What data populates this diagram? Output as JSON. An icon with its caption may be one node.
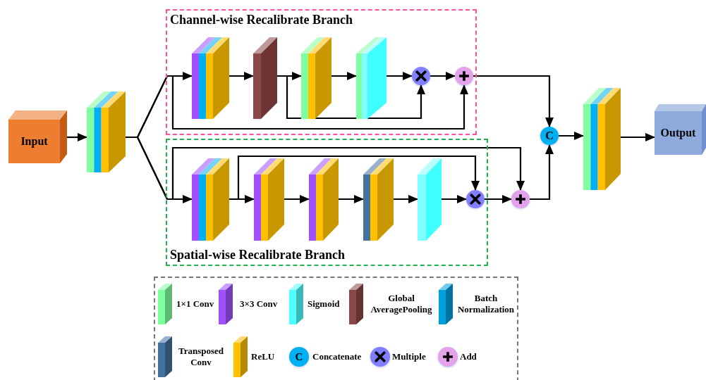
{
  "diagram": {
    "nodes": [
      {
        "text": [
          "Channel-wise Recalibrate Branch"
        ]
      },
      {
        "text": [
          "Spatial-wise Recalibrate Branch"
        ]
      },
      {
        "text": [
          "Input"
        ]
      },
      {
        "text": [],
        "shape": "box"
      },
      {
        "text": [],
        "shape": "box",
        "in": 0
      },
      {
        "text": [],
        "shape": "box",
        "in": 0
      },
      {
        "text": [],
        "shape": "box",
        "in": 0
      },
      {
        "text": [],
        "shape": "box",
        "in": 0
      },
      {
        "text": [],
        "shape": "circle",
        "in": 0
      },
      {
        "text": [],
        "shape": "circle",
        "in": 0
      },
      {
        "text": [],
        "shape": "box",
        "in": 1
      },
      {
        "text": [],
        "shape": "box",
        "in": 1
      },
      {
        "text": [],
        "shape": "box",
        "in": 1
      },
      {
        "text": [],
        "shape": "box",
        "in": 1
      },
      {
        "text": [],
        "shape": "box",
        "in": 1
      },
      {
        "text": [],
        "shape": "circle",
        "in": 1
      },
      {
        "text": [],
        "shape": "circle"
      },
      {
        "text": [
          "C"
        ]
      },
      {
        "text": [],
        "shape": "box"
      },
      {
        "text": [
          "Output"
        ]
      }
    ],
    "edges": [
      {
        "from": 2,
        "to": 3,
        "arrow": "to"
      },
      {
        "from": 3,
        "to": 4,
        "arrow": "to"
      },
      {
        "from": 3,
        "to": 10,
        "arrow": "to"
      },
      {
        "from": 3,
        "to": 9,
        "arrow": "to"
      },
      {
        "from": 4,
        "to": 5,
        "arrow": "to"
      },
      {
        "from": 5,
        "to": 6,
        "arrow": "to"
      },
      {
        "from": 5,
        "to": 8,
        "arrow": "to"
      },
      {
        "from": 6,
        "to": 7,
        "arrow": "to"
      },
      {
        "from": 7,
        "to": 8,
        "arrow": "to"
      },
      {
        "from": 8,
        "to": 9,
        "arrow": "to"
      },
      {
        "from": 9,
        "to": 17,
        "arrow": "to"
      },
      {
        "from": 3,
        "to": 16,
        "arrow": "to"
      },
      {
        "from": 10,
        "to": 11,
        "arrow": "to"
      },
      {
        "from": 10,
        "to": 15,
        "arrow": "to"
      },
      {
        "from": 11,
        "to": 12,
        "arrow": "to"
      },
      {
        "from": 12,
        "to": 13,
        "arrow": "to"
      },
      {
        "from": 13,
        "to": 14,
        "arrow": "to"
      },
      {
        "from": 14,
        "to": 15,
        "arrow": "to"
      },
      {
        "from": 15,
        "to": 16,
        "arrow": "to"
      },
      {
        "from": 16,
        "to": 17,
        "arrow": "to"
      },
      {
        "from": 17,
        "to": 18,
        "arrow": "to"
      },
      {
        "from": 18,
        "to": 19,
        "arrow": "to"
      }
    ],
    "labels": [
      "C"
    ],
    "legend": [
      {
        "text": "1×1 Conv",
        "color": "#80ff9f"
      },
      {
        "text": "3×3 Conv",
        "color": "#a050ff"
      },
      {
        "text": "Sigmoid",
        "color": "#50ffff"
      },
      {
        "text": "Global AveragePooling",
        "color": "#8b4848"
      },
      {
        "text": "Batch Normalization",
        "color": "#00a0e0"
      },
      {
        "text": "Transposed Conv",
        "color": "#45719e"
      },
      {
        "text": "ReLU",
        "color": "#ffc000"
      },
      {
        "text": "Concatenate",
        "color": "#00b0f0"
      },
      {
        "text": "Multiple",
        "color": "#8080ff"
      },
      {
        "text": "Add",
        "color": "#e3a2ea"
      }
    ]
  }
}
